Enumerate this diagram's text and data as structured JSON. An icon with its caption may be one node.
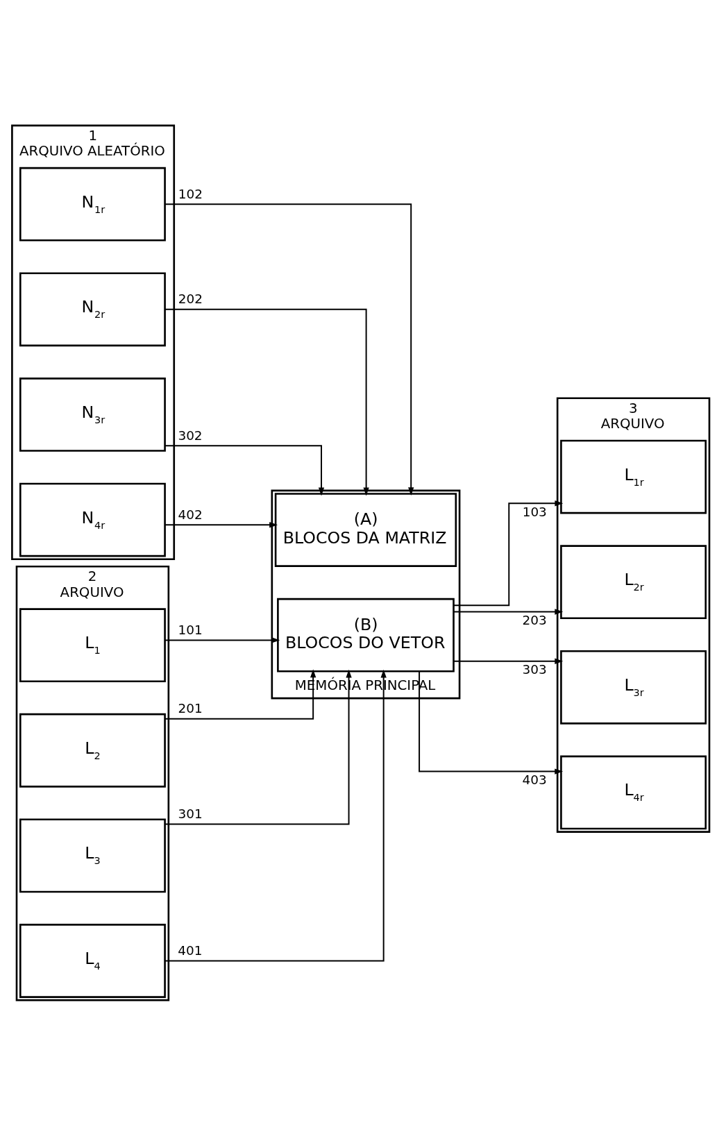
{
  "diagram": {
    "nodes": [
      {
        "text": [
          "1",
          "ARQUIVO ALEATÓRIO"
        ]
      },
      {
        "text": [
          "N$_{1r}$"
        ],
        "in": 0
      },
      {
        "text": [
          "N$_{2r}$"
        ],
        "in": 0
      },
      {
        "text": [
          "N$_{3r}$"
        ],
        "in": 0
      },
      {
        "text": [
          "N$_{4r}$"
        ],
        "in": 0
      },
      {
        "text": [
          "2",
          "ARQUIVO"
        ]
      },
      {
        "text": [
          "L$_{1}$"
        ],
        "in": 5
      },
      {
        "text": [
          "L$_{2}$"
        ],
        "in": 5
      },
      {
        "text": [
          "L$_{3}$"
        ],
        "in": 5
      },
      {
        "text": [
          "L$_{4}$"
        ],
        "in": 5
      },
      {
        "text": [
          "MEMÓRIA PRINCIPAL"
        ]
      },
      {
        "text": [
          "(A)",
          "BLOCOS DA MATRIZ"
        ],
        "in": 10
      },
      {
        "text": [
          "(B)",
          "BLOCOS DO VETOR"
        ],
        "in": 10
      },
      {
        "text": [
          "3",
          "ARQUIVO"
        ]
      },
      {
        "text": [
          "L$_{1r}$"
        ],
        "in": 13
      },
      {
        "text": [
          "L$_{2r}$"
        ],
        "in": 13
      },
      {
        "text": [
          "L$_{3r}$"
        ],
        "in": 13
      },
      {
        "text": [
          "L$_{4r}$"
        ],
        "in": 13
      }
    ],
    "edges": [
      {
        "from": 1,
        "to": 11,
        "arrow": "to",
        "label": "102"
      },
      {
        "from": 2,
        "to": 11,
        "arrow": "to",
        "label": "202"
      },
      {
        "from": 3,
        "to": 11,
        "arrow": "to",
        "label": "302"
      },
      {
        "from": 4,
        "to": 11,
        "arrow": "to",
        "label": "402"
      },
      {
        "from": 6,
        "to": 12,
        "arrow": "to",
        "label": "101"
      },
      {
        "from": 7,
        "to": 12,
        "arrow": "to",
        "label": "201"
      },
      {
        "from": 8,
        "to": 12,
        "arrow": "to",
        "label": "301"
      },
      {
        "from": 9,
        "to": 12,
        "arrow": "to",
        "label": "401"
      },
      {
        "from": 12,
        "to": 14,
        "arrow": "to",
        "label": "103"
      },
      {
        "from": 12,
        "to": 15,
        "arrow": "to",
        "label": "203"
      },
      {
        "from": 12,
        "to": 16,
        "arrow": "to",
        "label": "303"
      },
      {
        "from": 12,
        "to": 17,
        "arrow": "to",
        "label": "403"
      }
    ]
  }
}
